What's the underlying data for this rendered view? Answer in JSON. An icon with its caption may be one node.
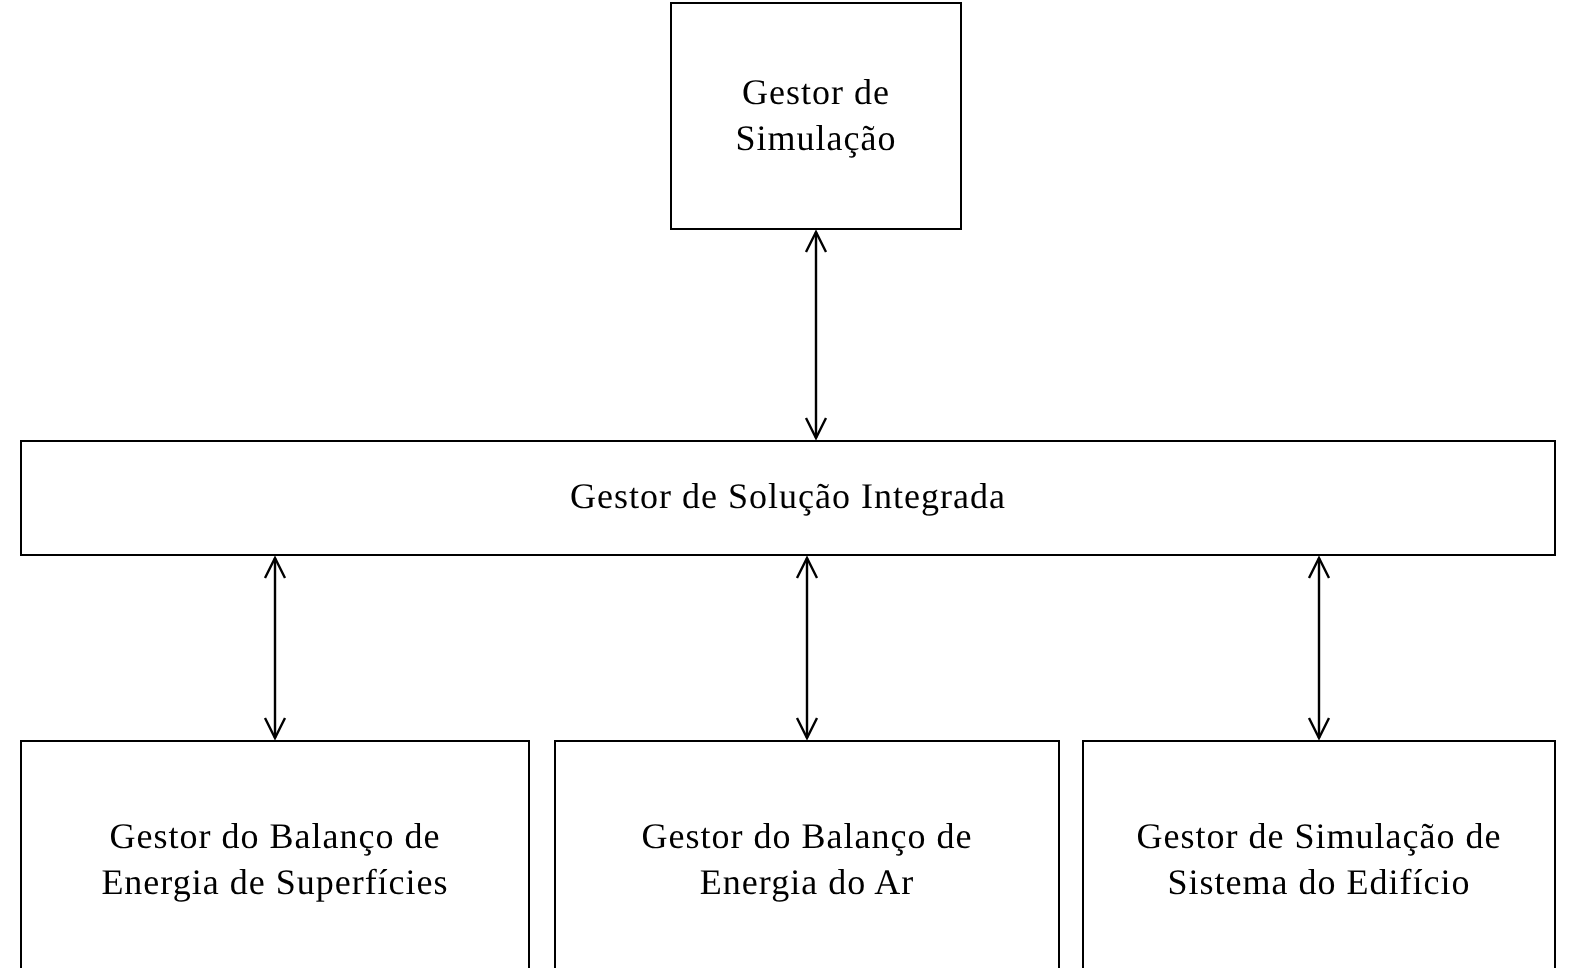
{
  "diagram": {
    "nodes": [
      {
        "text": [
          "Gestor de Simulação"
        ]
      },
      {
        "text": [
          "Gestor de Solução Integrada"
        ]
      },
      {
        "text": [
          "Gestor do Balanço de Energia de Superfícies"
        ]
      },
      {
        "text": [
          "Gestor do Balanço de Energia do Ar"
        ]
      },
      {
        "text": [
          "Gestor de Simulação de Sistema do Edifício"
        ]
      }
    ],
    "edges": [
      {
        "from": 0,
        "to": 1,
        "arrow": "both"
      },
      {
        "from": 1,
        "to": 2,
        "arrow": "both"
      },
      {
        "from": 1,
        "to": 3,
        "arrow": "both"
      },
      {
        "from": 1,
        "to": 4,
        "arrow": "both"
      }
    ]
  }
}
